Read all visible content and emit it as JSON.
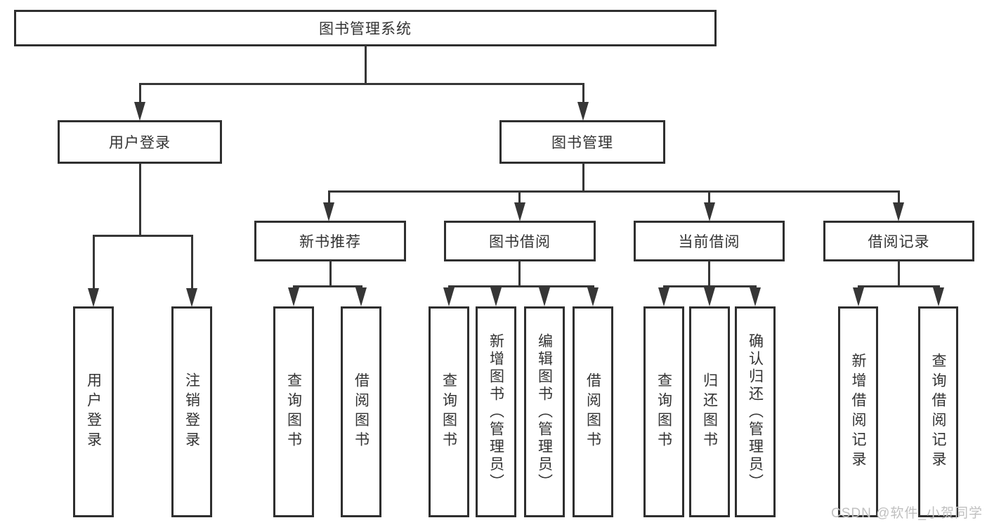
{
  "page": {
    "background": "#ffffff"
  },
  "colors": {
    "line": "#363636",
    "border": "#2f2f2f",
    "text": "#333333",
    "watermark": "#c0c0c0"
  },
  "watermark": {
    "text": "CSDN @软件_小贺同学"
  },
  "tree": {
    "root": {
      "label": "图书管理系统"
    },
    "level2": [
      {
        "label": "用户登录",
        "children": [
          {
            "label": "用户登录"
          },
          {
            "label": "注销登录"
          }
        ]
      },
      {
        "label": "图书管理",
        "children": [
          {
            "label": "新书推荐",
            "children": [
              {
                "label": "查询图书"
              },
              {
                "label": "借阅图书"
              }
            ]
          },
          {
            "label": "图书借阅",
            "children": [
              {
                "label": "查询图书"
              },
              {
                "label": "新增图书（管理员）"
              },
              {
                "label": "编辑图书（管理员）"
              },
              {
                "label": "借阅图书"
              }
            ]
          },
          {
            "label": "当前借阅",
            "children": [
              {
                "label": "查询图书"
              },
              {
                "label": "归还图书"
              },
              {
                "label": "确认归还（管理员）"
              }
            ]
          },
          {
            "label": "借阅记录",
            "children": [
              {
                "label": "新增借阅记录"
              },
              {
                "label": "查询借阅记录"
              }
            ]
          }
        ]
      }
    ]
  }
}
